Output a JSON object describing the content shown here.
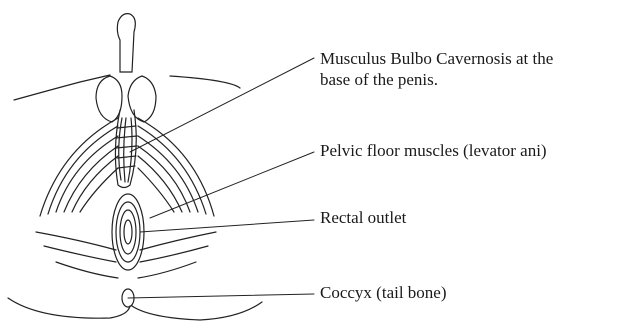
{
  "labels": {
    "bulbo_line1": "Musculus Bulbo Cavernosis at the",
    "bulbo_line2": "base of the penis.",
    "pelvic_floor": "Pelvic floor muscles (levator ani)",
    "rectal_outlet": "Rectal outlet",
    "coccyx": "Coccyx (tail bone)"
  }
}
